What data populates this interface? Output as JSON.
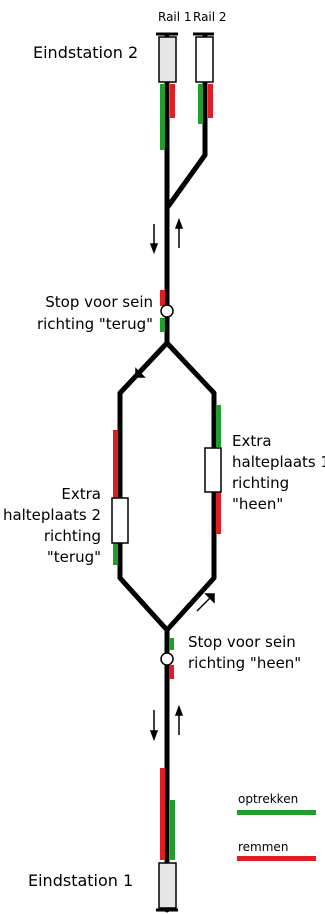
{
  "rail_labels": {
    "rail1": "Rail 1",
    "rail2": "Rail 2"
  },
  "stations": {
    "top": "Eindstation 2",
    "bottom": "Eindstation 1"
  },
  "stops": {
    "terug": {
      "line1": "Stop voor sein",
      "line2": "richting \"terug\""
    },
    "heen": {
      "line1": "Stop voor sein",
      "line2": "richting \"heen\""
    }
  },
  "halteplaats": {
    "one": {
      "line1": "Extra",
      "line2": "halteplaats 1",
      "line3": "richting",
      "line4": "\"heen\""
    },
    "two": {
      "line1": "Extra",
      "line2": "halteplaats 2",
      "line3": "richting",
      "line4": "\"terug\""
    }
  },
  "legend": {
    "items": [
      {
        "label": "optrekken",
        "color": "#1f9e2c"
      },
      {
        "label": "remmen",
        "color": "#e51b24"
      }
    ]
  },
  "colors": {
    "track": "#000000",
    "accelerate": "#1f9e2c",
    "brake": "#e51b24",
    "platform_fill": "#ffffff",
    "station_fill": "#e6e6e6"
  }
}
